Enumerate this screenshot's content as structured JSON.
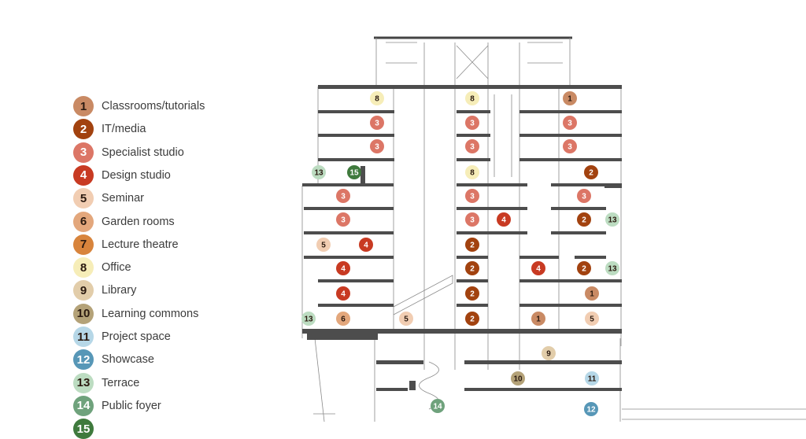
{
  "legend": [
    {
      "num": "1",
      "label": "Classrooms/tutorials",
      "color": "#c98a64",
      "text": "#2b1a10"
    },
    {
      "num": "2",
      "label": "IT/media",
      "color": "#a2420f",
      "text": "#ffffff"
    },
    {
      "num": "3",
      "label": "Specialist studio",
      "color": "#dc7666",
      "text": "#ffffff"
    },
    {
      "num": "4",
      "label": "Design studio",
      "color": "#c83a22",
      "text": "#ffffff"
    },
    {
      "num": "5",
      "label": "Seminar",
      "color": "#f1cdb2",
      "text": "#2b1a10"
    },
    {
      "num": "6",
      "label": "Garden rooms",
      "color": "#e3a77c",
      "text": "#2b1a10"
    },
    {
      "num": "7",
      "label": "Lecture theatre",
      "color": "#d8843c",
      "text": "#2b1a10"
    },
    {
      "num": "8",
      "label": "Office",
      "color": "#f6edb8",
      "text": "#2b1a10"
    },
    {
      "num": "9",
      "label": "Library",
      "color": "#e2cdaa",
      "text": "#2b1a10"
    },
    {
      "num": "10",
      "label": "Learning commons",
      "color": "#b4a278",
      "text": "#2b1a10"
    },
    {
      "num": "11",
      "label": "Project space",
      "color": "#b6d7e7",
      "text": "#2b1a10"
    },
    {
      "num": "12",
      "label": "Showcase",
      "color": "#5797b7",
      "text": "#ffffff"
    },
    {
      "num": "13",
      "label": "Terrace",
      "color": "#bcdcc1",
      "text": "#2b1a10"
    },
    {
      "num": "14",
      "label": "Public foyer",
      "color": "#6fa27c",
      "text": "#ffffff"
    },
    {
      "num": "15",
      "label": "",
      "color": "#3f7a3d",
      "text": "#ffffff"
    }
  ],
  "rooms": [
    {
      "type": 8
    },
    {
      "type": 8
    },
    {
      "type": 1
    },
    {
      "type": 3
    },
    {
      "type": 3
    },
    {
      "type": 3
    },
    {
      "type": 3
    },
    {
      "type": 3
    },
    {
      "type": 3
    },
    {
      "type": 13
    },
    {
      "type": 15
    },
    {
      "type": 8
    },
    {
      "type": 2
    },
    {
      "type": 3
    },
    {
      "type": 3
    },
    {
      "type": 3
    },
    {
      "type": 3
    },
    {
      "type": 3
    },
    {
      "type": 4
    },
    {
      "type": 2
    },
    {
      "type": 13
    },
    {
      "type": 5
    },
    {
      "type": 4
    },
    {
      "type": 2
    },
    {
      "type": 4
    },
    {
      "type": 2
    },
    {
      "type": 4
    },
    {
      "type": 2
    },
    {
      "type": 13
    },
    {
      "type": 4
    },
    {
      "type": 2
    },
    {
      "type": 1
    },
    {
      "type": 13
    },
    {
      "type": 6
    },
    {
      "type": 5
    },
    {
      "type": 2
    },
    {
      "type": 1
    },
    {
      "type": 5
    },
    {
      "type": 9
    },
    {
      "type": 10
    },
    {
      "type": 11
    },
    {
      "type": 14
    },
    {
      "type": 12
    }
  ]
}
